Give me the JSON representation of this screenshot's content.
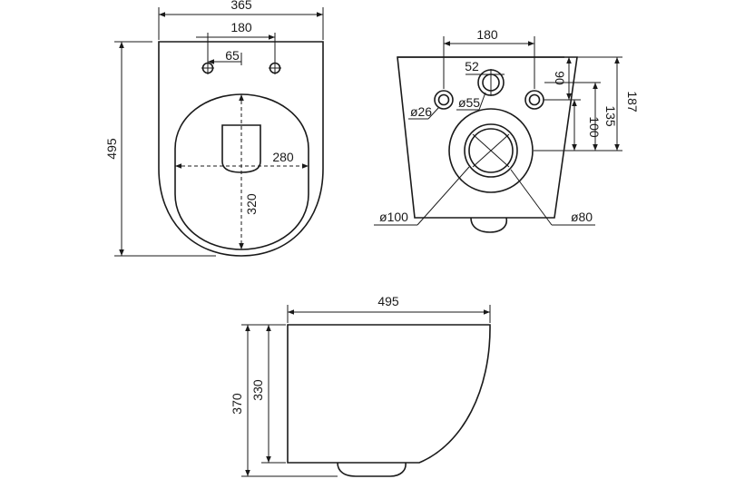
{
  "top_view": {
    "width": "365",
    "bolt_span": "180",
    "bolt_offset": "65",
    "length": "495",
    "bowl_width": "280",
    "bowl_length": "320"
  },
  "rear_view": {
    "bolt_span": "180",
    "outlet_offset": "52",
    "inlet_diameter": "ø55",
    "bolt_diameter": "ø26",
    "height_90": "90",
    "height_100": "100",
    "height_135": "135",
    "height_187": "187",
    "outlet_diameter_outer": "ø100",
    "outlet_diameter_inner": "ø80"
  },
  "side_view": {
    "length": "495",
    "height_total": "370",
    "height_body": "330"
  }
}
